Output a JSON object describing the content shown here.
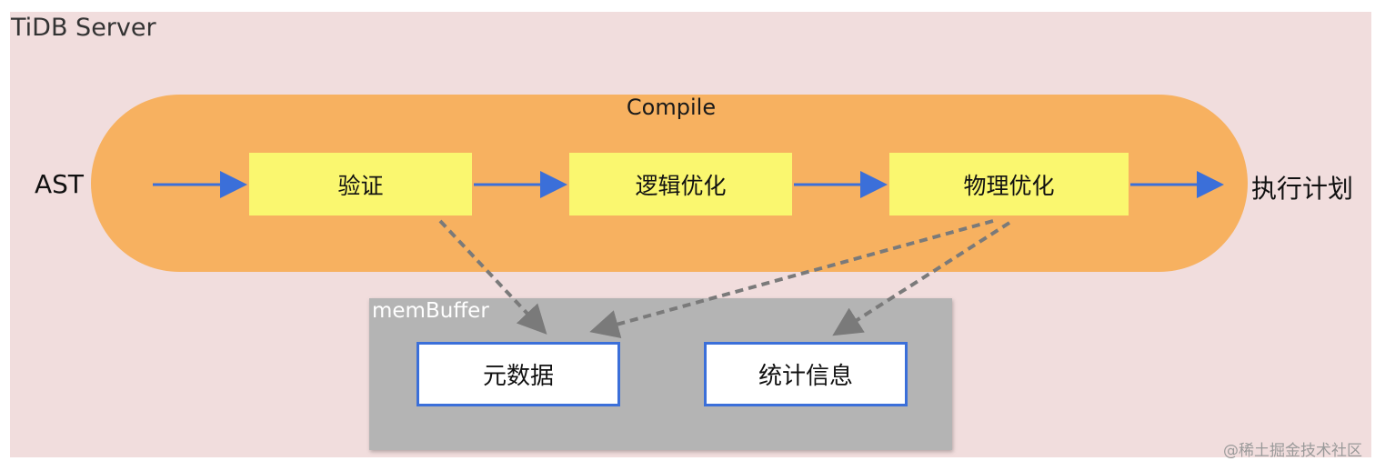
{
  "server": {
    "title": "TiDB Server"
  },
  "compile": {
    "title": "Compile",
    "input_label": "AST",
    "output_label": "执行计划",
    "stages": [
      {
        "label": "验证"
      },
      {
        "label": "逻辑优化"
      },
      {
        "label": "物理优化"
      }
    ]
  },
  "membuffer": {
    "title": "memBuffer",
    "stores": [
      {
        "label": "元数据"
      },
      {
        "label": "统计信息"
      }
    ]
  },
  "watermark": "@稀土掘金技术社区",
  "colors": {
    "server_bg": "#f1dddd",
    "compile_bg": "#f7b160",
    "stage_bg": "#faf76f",
    "flow_arrow": "#3b6fd9",
    "dependency_arrow": "#7a7a7a",
    "membuffer_bg": "#b4b4b4",
    "store_border": "#3b6fd9"
  }
}
